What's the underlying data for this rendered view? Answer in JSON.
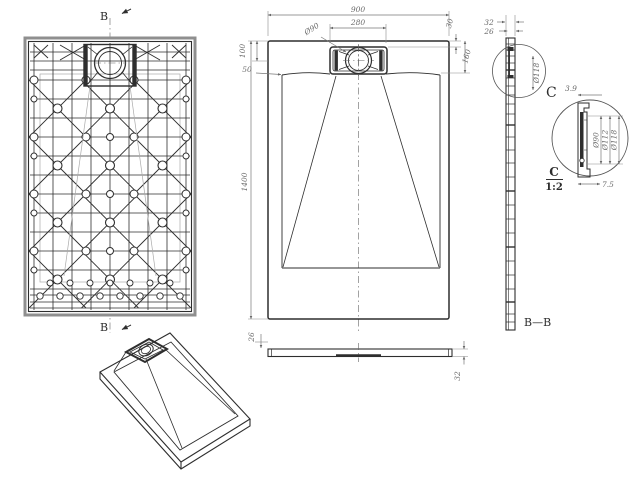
{
  "colors": {
    "line": "#2e2e2e",
    "dim": "#6a6a6a",
    "frame_gray": "#8f8f8f",
    "background": "#ffffff"
  },
  "labels": {
    "b_top": "B",
    "b_bottom": "B",
    "section_c": "C",
    "section_bb": "B—B",
    "detail_c": "C",
    "detail_scale": "1:2"
  },
  "top_view": {
    "d900": "900",
    "d280": "280",
    "dia90": "Ø90",
    "d30": "30",
    "d160": "160",
    "d100": "100",
    "d50": "50",
    "d1400": "1400"
  },
  "front_view": {
    "d26": "26",
    "d32": "32"
  },
  "section_view": {
    "d32": "32",
    "d26": "26",
    "dia118": "Ø118"
  },
  "detail_view": {
    "d39": "3.9",
    "dia90": "Ø90",
    "dia112": "Ø112",
    "dia118": "Ø118",
    "d75": "7.5"
  }
}
